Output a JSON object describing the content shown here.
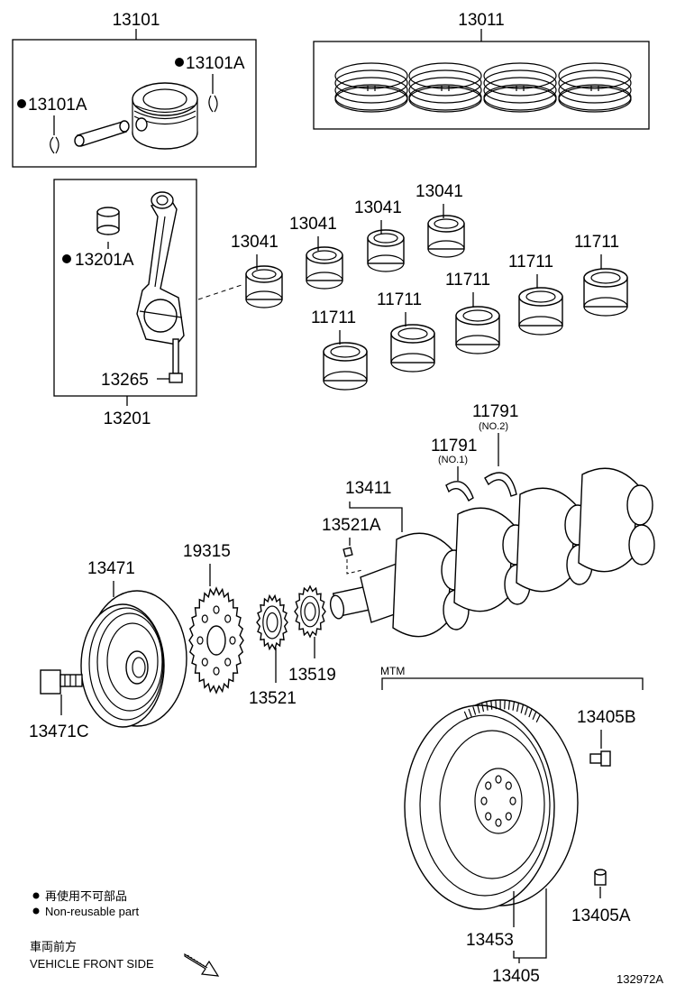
{
  "part_labels": {
    "p13101": "13101",
    "p13011": "13011",
    "p13101A_right": "13101A",
    "p13101A_left": "13101A",
    "p13201A": "13201A",
    "p13265": "13265",
    "p13201": "13201",
    "p13041_1": "13041",
    "p13041_2": "13041",
    "p13041_3": "13041",
    "p13041_4": "13041",
    "p11711_1": "11711",
    "p11711_2": "11711",
    "p11711_3": "11711",
    "p11711_4": "11711",
    "p11711_5": "11711",
    "p11791_no2": "11791",
    "p11791_no1": "11791",
    "p13411": "13411",
    "p13521A": "13521A",
    "p13471": "13471",
    "p19315": "19315",
    "p13521": "13521",
    "p13519": "13519",
    "p13471C": "13471C",
    "p13405B": "13405B",
    "p13405A": "13405A",
    "p13453": "13453",
    "p13405": "13405"
  },
  "sub_labels": {
    "no2": "(NO.2)",
    "no1": "(NO.1)",
    "mtm": "MTM"
  },
  "legend": {
    "jp": "再使用不可部品",
    "en": "Non-reusable part"
  },
  "front": {
    "jp": "車両前方",
    "en": "VEHICLE FRONT SIDE"
  },
  "diagram_id": "132972A"
}
